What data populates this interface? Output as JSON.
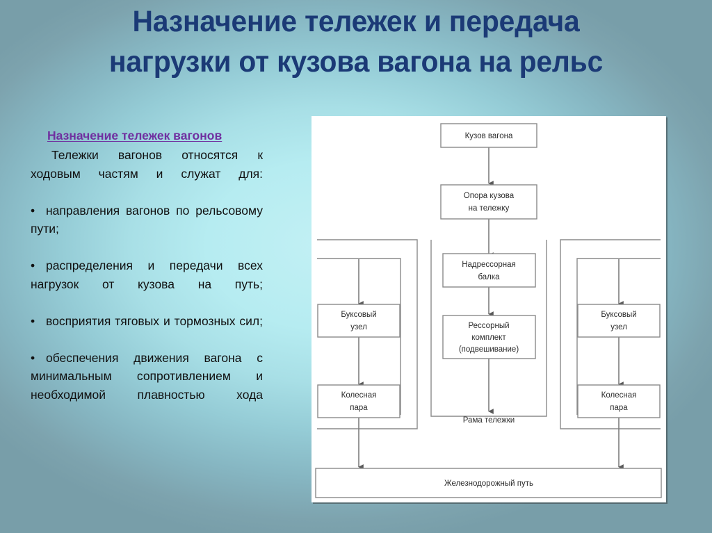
{
  "slide": {
    "background_center_color": "#b9eef3",
    "background_edge_color": "#7ea3ad"
  },
  "title": {
    "color": "#1b3a76",
    "line1": "Назначение тележек и передача",
    "line2": "нагрузки от кузова вагона на рельс"
  },
  "text_column": {
    "heading_color": "#7030a0",
    "heading": "Назначение тележек вагонов",
    "paragraph": "Тележки вагонов относятся к ходовым частям и служат для:",
    "bullet_marker": "•",
    "bullets": [
      "направления вагонов по рельсовому пути;",
      "распределения и передачи всех нагрузок от кузова на путь;",
      "восприятия тяговых и тормозных сил;",
      "обеспечения движения вагона с минимальным сопротивлением и необходимой плавностью хода"
    ]
  },
  "diagram": {
    "panel_background": "#ffffff",
    "box_border_color": "#8a8a8a",
    "connector_color": "#7d7d7d",
    "nodes": {
      "car_body": "Кузов вагона",
      "body_support": "Опора кузова\nна тележку",
      "bolster": "Надрессорная\nбалка",
      "spring_set_line1": "Рессорный",
      "spring_set_line2": "комплект",
      "spring_set_line3": "(подвешивание)",
      "axle_box_left": "Буксовый\nузел",
      "axle_box_right": "Буксовый\nузел",
      "wheelset_left": "Колесная\nпара",
      "wheelset_right": "Колесная\nпара",
      "bogie_frame": "Рама тележки",
      "railway_track": "Железнодорожный путь"
    },
    "labels": {
      "car_body": "Кузов вагона",
      "body_support_l1": "Опора кузова",
      "body_support_l2": "на тележку",
      "bolster_l1": "Надрессорная",
      "bolster_l2": "балка",
      "spring_l1": "Рессорный",
      "spring_l2": "комплект",
      "spring_l3": "(подвешивание)",
      "axlebox_l1": "Буксовый",
      "axlebox_l2": "узел",
      "wheelset_l1": "Колесная",
      "wheelset_l2": "пара",
      "bogie_frame": "Рама тележки",
      "track": "Железнодорожный путь"
    }
  }
}
